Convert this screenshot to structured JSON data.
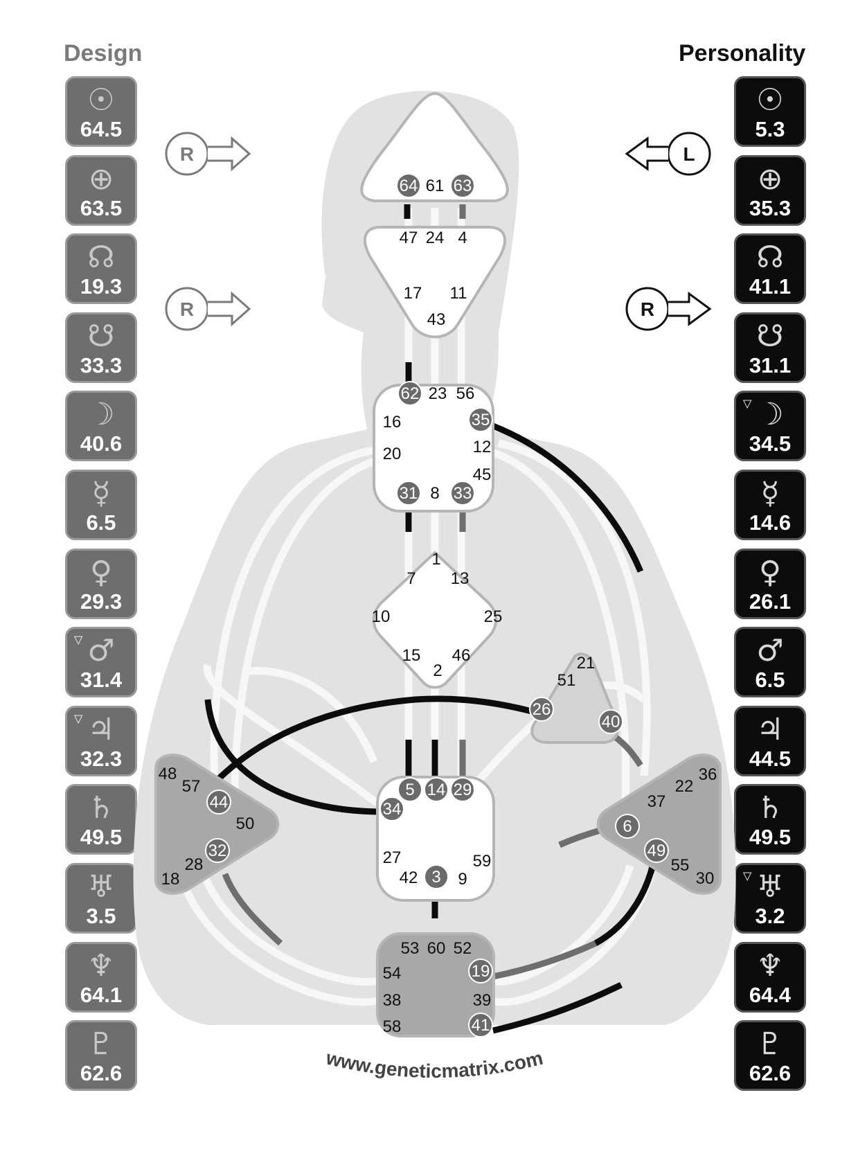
{
  "titles": {
    "design": "Design",
    "personality": "Personality"
  },
  "arrows": {
    "design_top": "R",
    "design_bottom": "R",
    "personality_top": "L",
    "personality_bottom": "R"
  },
  "design_planets": [
    {
      "planet": "Sun",
      "icon": "sun-icon",
      "glyph": "☉",
      "value": "64.5",
      "marked": false
    },
    {
      "planet": "Earth",
      "icon": "earth-icon",
      "glyph": "⊕",
      "value": "63.5",
      "marked": false
    },
    {
      "planet": "North Node",
      "icon": "north-node-icon",
      "glyph": "☊",
      "value": "19.3",
      "marked": false
    },
    {
      "planet": "South Node",
      "icon": "south-node-icon",
      "glyph": "☋",
      "value": "33.3",
      "marked": false
    },
    {
      "planet": "Moon",
      "icon": "moon-icon",
      "glyph": "☽",
      "value": "40.6",
      "marked": false
    },
    {
      "planet": "Mercury",
      "icon": "mercury-icon",
      "glyph": "☿",
      "value": "6.5",
      "marked": false
    },
    {
      "planet": "Venus",
      "icon": "venus-icon",
      "glyph": "♀",
      "value": "29.3",
      "marked": false
    },
    {
      "planet": "Mars",
      "icon": "mars-icon",
      "glyph": "♂",
      "value": "31.4",
      "marked": true
    },
    {
      "planet": "Jupiter",
      "icon": "jupiter-icon",
      "glyph": "♃",
      "value": "32.3",
      "marked": true
    },
    {
      "planet": "Saturn",
      "icon": "saturn-icon",
      "glyph": "♄",
      "value": "49.5",
      "marked": false
    },
    {
      "planet": "Uranus",
      "icon": "uranus-icon",
      "glyph": "♅",
      "value": "3.5",
      "marked": false
    },
    {
      "planet": "Neptune",
      "icon": "neptune-icon",
      "glyph": "♆",
      "value": "64.1",
      "marked": false
    },
    {
      "planet": "Pluto",
      "icon": "pluto-icon",
      "glyph": "♇",
      "value": "62.6",
      "marked": false
    }
  ],
  "personality_planets": [
    {
      "planet": "Sun",
      "icon": "sun-icon",
      "glyph": "☉",
      "value": "5.3",
      "marked": false
    },
    {
      "planet": "Earth",
      "icon": "earth-icon",
      "glyph": "⊕",
      "value": "35.3",
      "marked": false
    },
    {
      "planet": "North Node",
      "icon": "north-node-icon",
      "glyph": "☊",
      "value": "41.1",
      "marked": false
    },
    {
      "planet": "South Node",
      "icon": "south-node-icon",
      "glyph": "☋",
      "value": "31.1",
      "marked": false
    },
    {
      "planet": "Moon",
      "icon": "moon-icon",
      "glyph": "☽",
      "value": "34.5",
      "marked": true
    },
    {
      "planet": "Mercury",
      "icon": "mercury-icon",
      "glyph": "☿",
      "value": "14.6",
      "marked": false
    },
    {
      "planet": "Venus",
      "icon": "venus-icon",
      "glyph": "♀",
      "value": "26.1",
      "marked": false
    },
    {
      "planet": "Mars",
      "icon": "mars-icon",
      "glyph": "♂",
      "value": "6.5",
      "marked": false
    },
    {
      "planet": "Jupiter",
      "icon": "jupiter-icon",
      "glyph": "♃",
      "value": "44.5",
      "marked": false
    },
    {
      "planet": "Saturn",
      "icon": "saturn-icon",
      "glyph": "♄",
      "value": "49.5",
      "marked": false
    },
    {
      "planet": "Uranus",
      "icon": "uranus-icon",
      "glyph": "♅",
      "value": "3.2",
      "marked": true
    },
    {
      "planet": "Neptune",
      "icon": "neptune-icon",
      "glyph": "♆",
      "value": "64.4",
      "marked": false
    },
    {
      "planet": "Pluto",
      "icon": "pluto-icon",
      "glyph": "♇",
      "value": "62.6",
      "marked": false
    }
  ],
  "gates": [
    {
      "id": "64",
      "active": true
    },
    {
      "id": "61",
      "active": false
    },
    {
      "id": "63",
      "active": true
    },
    {
      "id": "47",
      "active": false
    },
    {
      "id": "24",
      "active": false
    },
    {
      "id": "4",
      "active": false
    },
    {
      "id": "17",
      "active": false
    },
    {
      "id": "11",
      "active": false
    },
    {
      "id": "43",
      "active": false
    },
    {
      "id": "62",
      "active": true
    },
    {
      "id": "23",
      "active": false
    },
    {
      "id": "56",
      "active": false
    },
    {
      "id": "16",
      "active": false
    },
    {
      "id": "35",
      "active": true
    },
    {
      "id": "20",
      "active": false
    },
    {
      "id": "12",
      "active": false
    },
    {
      "id": "45",
      "active": false
    },
    {
      "id": "31",
      "active": true
    },
    {
      "id": "8",
      "active": false
    },
    {
      "id": "33",
      "active": true
    },
    {
      "id": "1",
      "active": false
    },
    {
      "id": "7",
      "active": false
    },
    {
      "id": "13",
      "active": false
    },
    {
      "id": "10",
      "active": false
    },
    {
      "id": "25",
      "active": false
    },
    {
      "id": "15",
      "active": false
    },
    {
      "id": "46",
      "active": false
    },
    {
      "id": "2",
      "active": false
    },
    {
      "id": "21",
      "active": false
    },
    {
      "id": "51",
      "active": false
    },
    {
      "id": "26",
      "active": true
    },
    {
      "id": "40",
      "active": true
    },
    {
      "id": "5",
      "active": true
    },
    {
      "id": "14",
      "active": true
    },
    {
      "id": "29",
      "active": true
    },
    {
      "id": "34",
      "active": true
    },
    {
      "id": "27",
      "active": false
    },
    {
      "id": "59",
      "active": false
    },
    {
      "id": "42",
      "active": false
    },
    {
      "id": "3",
      "active": true
    },
    {
      "id": "9",
      "active": false
    },
    {
      "id": "48",
      "active": false
    },
    {
      "id": "57",
      "active": false
    },
    {
      "id": "44",
      "active": true
    },
    {
      "id": "50",
      "active": false
    },
    {
      "id": "32",
      "active": true
    },
    {
      "id": "28",
      "active": false
    },
    {
      "id": "18",
      "active": false
    },
    {
      "id": "36",
      "active": false
    },
    {
      "id": "22",
      "active": false
    },
    {
      "id": "37",
      "active": false
    },
    {
      "id": "6",
      "active": true
    },
    {
      "id": "49",
      "active": true
    },
    {
      "id": "55",
      "active": false
    },
    {
      "id": "30",
      "active": false
    },
    {
      "id": "53",
      "active": false
    },
    {
      "id": "60",
      "active": false
    },
    {
      "id": "52",
      "active": false
    },
    {
      "id": "54",
      "active": false
    },
    {
      "id": "19",
      "active": true
    },
    {
      "id": "38",
      "active": false
    },
    {
      "id": "39",
      "active": false
    },
    {
      "id": "58",
      "active": false
    },
    {
      "id": "41",
      "active": true
    }
  ],
  "footer": {
    "website": "www.geneticmatrix.com"
  },
  "colors": {
    "design": "#6e6e6e",
    "personality": "#0c0c0c",
    "silhouette": "#e2e2e2",
    "channel": "#f7f7f7",
    "center_stroke": "#b5b5b5",
    "active_gate": "#6a6a6a",
    "defined_center": "#a8a8a8",
    "spleen_fill": "#d3d3d3"
  }
}
